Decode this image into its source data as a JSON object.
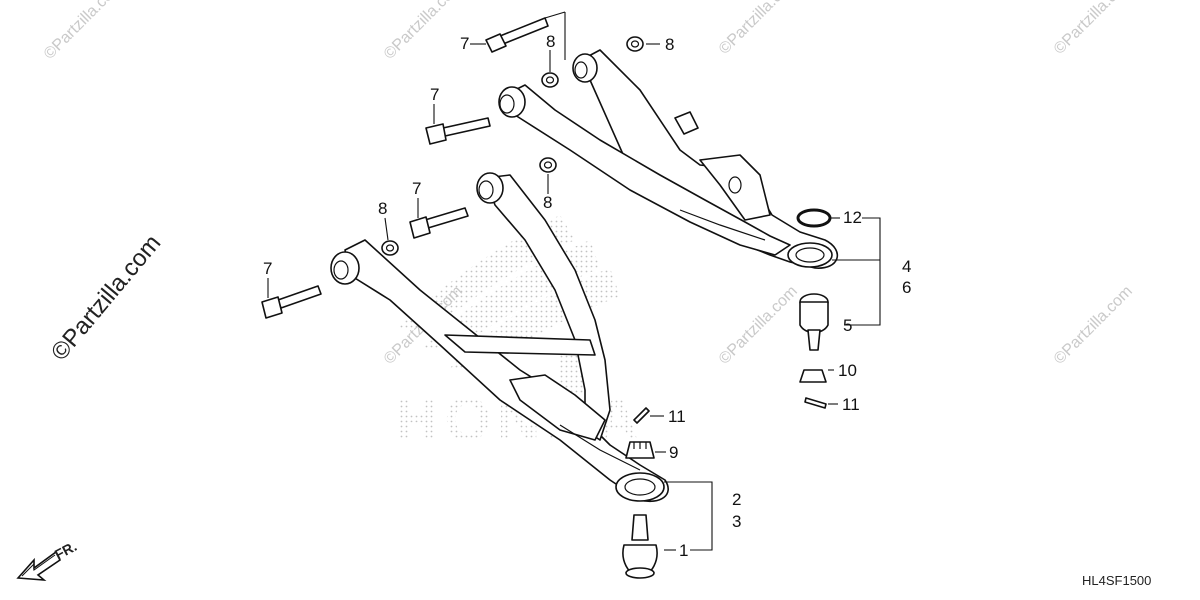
{
  "diagram": {
    "code": "HL4SF1500",
    "front_label": "FR.",
    "watermark_text": "©Partzilla.com",
    "callouts": {
      "c1": "1",
      "c2": "2",
      "c3": "3",
      "c4": "4",
      "c5": "5",
      "c6": "6",
      "c7a": "7",
      "c7b": "7",
      "c7c": "7",
      "c7d": "7",
      "c8a": "8",
      "c8b": "8",
      "c8c": "8",
      "c8d": "8",
      "c9": "9",
      "c10": "10",
      "c11a": "11",
      "c11b": "11",
      "c12": "12"
    }
  }
}
